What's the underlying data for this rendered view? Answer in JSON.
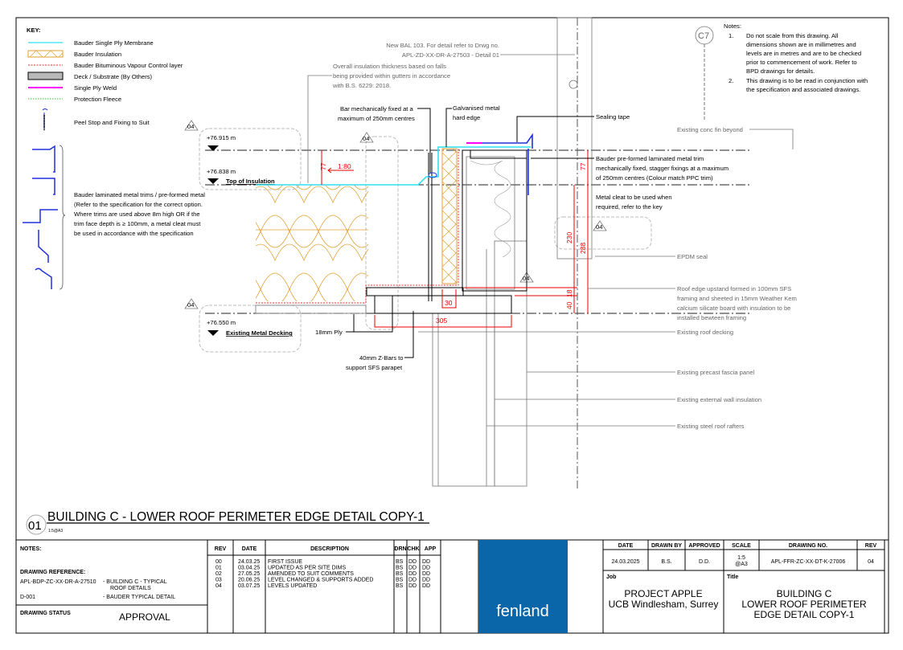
{
  "key": {
    "title": "KEY:",
    "items": [
      {
        "label": "Bauder Single Ply  Membrane",
        "color": "#2fe0f0"
      },
      {
        "label": "Bauder Insulation",
        "color": "#e0a030"
      },
      {
        "label": "Bauder Bituminous Vapour Control layer",
        "color": "#e03030"
      },
      {
        "label": "Deck / Substrate (By Others)",
        "color": "#b8b8b8"
      },
      {
        "label": "Single Ply Weld",
        "color": "#ff00ff"
      },
      {
        "label": "Protection Fleece",
        "color": "#30c030"
      },
      {
        "label": "Peel Stop and Fixing to Suit",
        "color": "#2030e0"
      }
    ]
  },
  "trims_note": [
    "Bauder laminated metal trims / pre-formed metal",
    "(Refer to the specification for the correct option.",
    "Where trims are used above 8m high OR if the",
    "trim face depth is ≥ 100mm, a metal cleat must",
    "be used in accordance with the specification"
  ],
  "levels": [
    {
      "value": "+76.915 m",
      "label": ""
    },
    {
      "value": "+76.838 m",
      "label": "Top of Insulation"
    },
    {
      "value": "+76.550 m",
      "label": "Existing Metal Decking"
    }
  ],
  "annotations": {
    "bal": [
      "New BAL 103. For detail refer to Drwg no.",
      "APL-ZD-XX-DR-A-27503 - Detail 01"
    ],
    "overall_insulation": [
      "Overall insulation thickness based on falls",
      "being provided within gutters in accordance",
      "with B.S. 6229: 2018."
    ],
    "bar": [
      "Bar mechanically fixed at a",
      "maximum of 250mm centres"
    ],
    "galvanised": [
      "Galvanised metal",
      "hard edge"
    ],
    "sealing_tape": "Sealing tape",
    "conc_fin": "Existing conc fin beyond",
    "preformed_trim": [
      "Bauder pre-formed laminated metal trim",
      "mechanically fixed, stagger fixings at a maximum",
      "of 250mm centres (Colour match PPC trim)"
    ],
    "metal_cleat": [
      "Metal cleat to be used when",
      "required, refer to the key"
    ],
    "epdm": "EPDM seal",
    "upstand": [
      "Roof edge upstand formed in 100mm SFS",
      "framing and sheeted in 15mm Weather Kem",
      "calcium silicate board with insulation to be",
      "installed bewteen framing"
    ],
    "roof_decking": "Existing roof decking",
    "fascia": "Existing precast fascia panel",
    "wall_insulation": "Existing external wall insulation",
    "rafters": "Existing steel roof rafters",
    "ply": "18mm Ply",
    "zbars": [
      "40mm Z-Bars to",
      "support SFS parapet"
    ],
    "fall": "1:80",
    "revision_tag": "04",
    "grid_ref": "C7"
  },
  "dimensions": {
    "d77a": "77",
    "d77b": "77",
    "d230": "230",
    "d288": "288",
    "d18": "18",
    "d40": "40",
    "d30": "30",
    "d305": "305"
  },
  "notes": {
    "title": "Notes:",
    "items": [
      {
        "num": "1.",
        "lines": [
          "Do not scale from this drawing. All",
          "dimensions shown are in millimetres and",
          "levels are in metres and are to be checked",
          "prior to commencement of work. Refer to",
          "BPD drawings for details."
        ]
      },
      {
        "num": "2.",
        "lines": [
          "This drawing is to be read in conjunction with",
          "the specification and associated drawings."
        ]
      }
    ]
  },
  "detail": {
    "number": "01",
    "title": "BUILDING C - LOWER ROOF PERIMETER EDGE DETAIL COPY-1",
    "scale": "1:5@A3"
  },
  "title_block": {
    "notes_label": "NOTES:",
    "drawing_reference_label": "DRAWING REFERENCE:",
    "references": [
      {
        "code": "APL-BDP-ZC-XX-DR-A-27510",
        "desc": [
          "- BUILDING C - TYPICAL",
          "ROOF DETAILS"
        ]
      },
      {
        "code": "D-001",
        "desc": [
          "- BAUDER TYPICAL DETAIL"
        ]
      }
    ],
    "status_label": "DRAWING STATUS",
    "status": "APPROVAL",
    "rev_headers": [
      "REV",
      "DATE",
      "DESCRIPTION",
      "DRN",
      "CHK",
      "APP"
    ],
    "revisions": [
      {
        "rev": "00",
        "date": "24.03.25",
        "desc": "FIRST ISSUE",
        "drn": "BS",
        "chk": "DD",
        "app": "DD"
      },
      {
        "rev": "01",
        "date": "03.04.25",
        "desc": "UPDATED AS PER SITE DIMS",
        "drn": "BS",
        "chk": "DD",
        "app": "DD"
      },
      {
        "rev": "02",
        "date": "27.05.25",
        "desc": "AMENDED TO SUIT COMMENTS",
        "drn": "BS",
        "chk": "DD",
        "app": "DD"
      },
      {
        "rev": "03",
        "date": "20.06.25",
        "desc": "LEVEL CHANGED & SUPPORTS ADDED",
        "drn": "BS",
        "chk": "DD",
        "app": "DD"
      },
      {
        "rev": "04",
        "date": "03.07.25",
        "desc": "LEVELS UPDATED",
        "drn": "BS",
        "chk": "DD",
        "app": "DD"
      }
    ],
    "logo": "fenland",
    "brand_color": "#0a66a8",
    "headers": {
      "date": "DATE",
      "drawn_by": "DRAWN BY",
      "approved": "APPROVED",
      "scale": "SCALE",
      "drawing_no": "DRAWING NO.",
      "rev": "REV"
    },
    "values": {
      "date": "24.03.2025",
      "drawn_by": "B.S.",
      "approved": "D.D.",
      "scale": [
        "1:5",
        "@A3"
      ],
      "drawing_no": "APL-FFR-ZC-XX-DT-K-27006",
      "rev": "04"
    },
    "job_label": "Job",
    "job": [
      "PROJECT APPLE",
      "UCB Windlesham, Surrey"
    ],
    "title_label": "Title",
    "title": [
      "BUILDING C",
      "LOWER ROOF PERIMETER",
      "EDGE DETAIL COPY-1"
    ]
  }
}
